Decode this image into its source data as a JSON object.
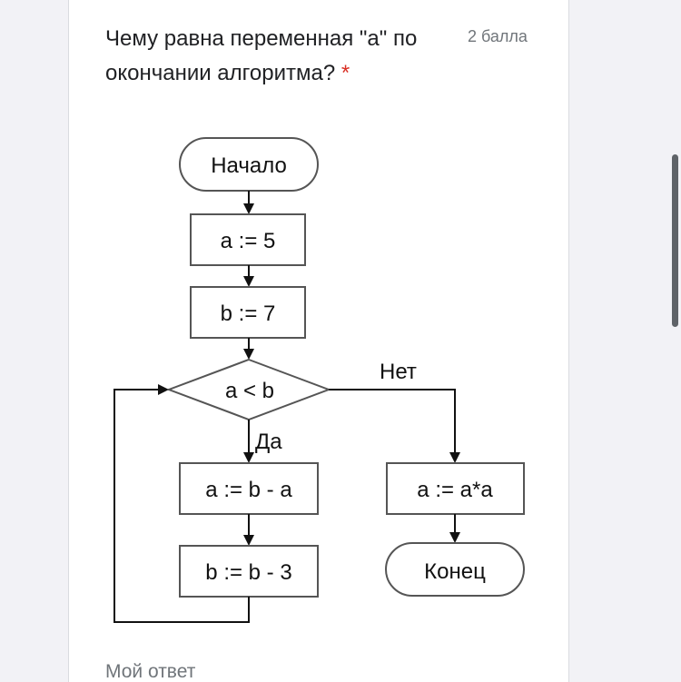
{
  "question": {
    "title": "Чему равна переменная \"а\" по окончании алгоритма?",
    "required_mark": "*",
    "points": "2 балла"
  },
  "flowchart": {
    "start": "Начало",
    "step1": "a := 5",
    "step2": "b := 7",
    "condition": "a < b",
    "yes_label": "Да",
    "no_label": "Нет",
    "yes_step1": "a := b - a",
    "yes_step2": "b := b - 3",
    "no_step": "a := a*a",
    "end": "Конец"
  },
  "answer": {
    "placeholder": "Мой ответ"
  }
}
